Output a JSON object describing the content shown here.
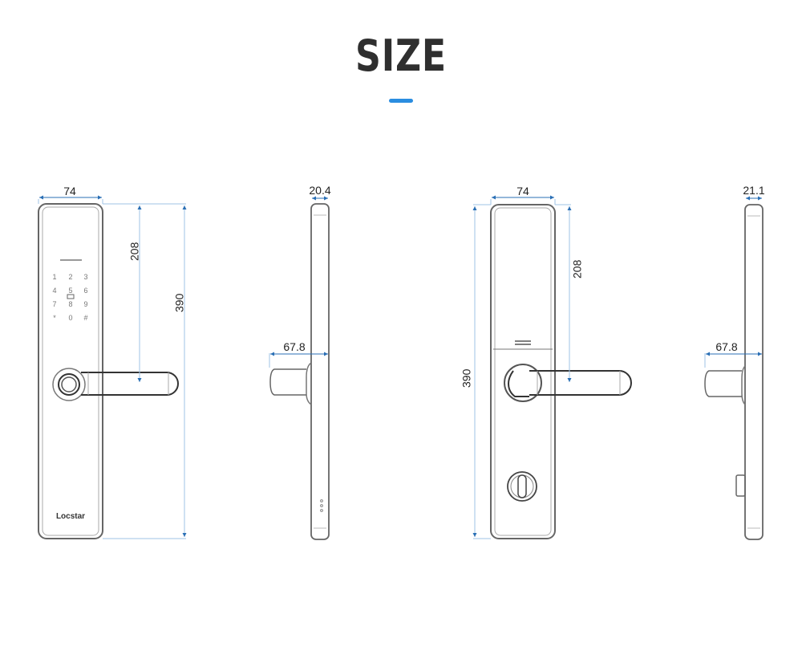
{
  "header": {
    "title": "SIZE",
    "accent_color": "#2a8de0"
  },
  "views": {
    "front_keypad": {
      "width_label": "74",
      "handle_height_label": "208",
      "total_height_label": "390",
      "keypad_keys": [
        "1",
        "2",
        "3",
        "4",
        "5",
        "6",
        "7",
        "8",
        "9",
        "*",
        "0",
        "#"
      ],
      "brand": "Locstar"
    },
    "side_keypad": {
      "thickness_label": "20.4",
      "handle_depth_label": "67.8"
    },
    "back_plate": {
      "width_label": "74",
      "handle_height_label": "208",
      "total_height_label": "390"
    },
    "side_back": {
      "thickness_label": "21.1",
      "handle_depth_label": "67.8"
    }
  },
  "colors": {
    "dimension_line": "#2a6fb5",
    "extension_line": "#9fc3e6",
    "outline": "#555555",
    "title": "#2f2f2f"
  }
}
